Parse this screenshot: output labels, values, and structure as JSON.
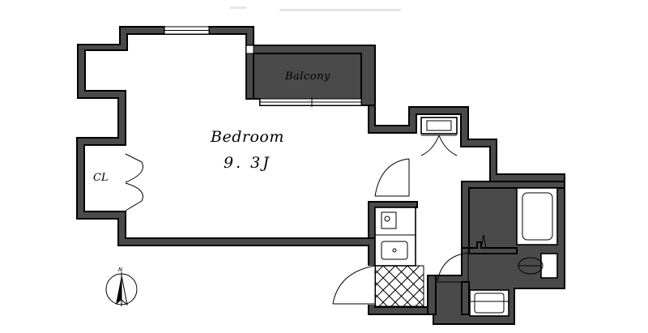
{
  "rooms": {
    "bedroom": "Bedroom",
    "bedroom_size": "9. 3J",
    "balcony": "Balcony",
    "closet": "CL"
  },
  "compass": {
    "label": "N"
  },
  "colors": {
    "wall_fill": "#4a4a4a",
    "line": "#000000",
    "background": "#ffffff"
  }
}
